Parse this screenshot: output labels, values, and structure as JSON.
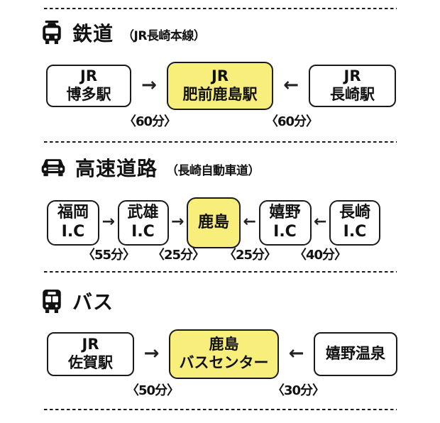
{
  "colors": {
    "highlight": "#F7EE7B",
    "line": "#1A1A1A",
    "text": "#111111",
    "background": "#FFFFFF"
  },
  "sections": [
    {
      "id": "rail",
      "icon": "train-icon",
      "title": "鉄道",
      "subtitle": "（JR長崎本線）",
      "stops": [
        {
          "line1": "JR",
          "line2": "博多駅",
          "highlight": false
        },
        {
          "line1": "JR",
          "line2": "肥前鹿島駅",
          "highlight": true
        },
        {
          "line1": "JR",
          "line2": "長崎駅",
          "highlight": false
        }
      ],
      "arrows": [
        "→",
        "←"
      ],
      "durations": [
        "〈60分〉",
        "〈60分〉"
      ]
    },
    {
      "id": "highway",
      "icon": "car-icon",
      "title": "高速道路",
      "subtitle": "（長崎自動車道）",
      "stops": [
        {
          "line1": "福岡",
          "line2": "I.C",
          "highlight": false
        },
        {
          "line1": "武雄",
          "line2": "I.C",
          "highlight": false
        },
        {
          "line1": "鹿島",
          "highlight": true
        },
        {
          "line1": "嬉野",
          "line2": "I.C",
          "highlight": false
        },
        {
          "line1": "長崎",
          "line2": "I.C",
          "highlight": false
        }
      ],
      "arrows": [
        "→",
        "→",
        "←",
        "←"
      ],
      "durations": [
        "〈55分〉",
        "〈25分〉",
        "〈25分〉",
        "〈40分〉"
      ]
    },
    {
      "id": "bus",
      "icon": "bus-icon",
      "title": "バス",
      "subtitle": "",
      "stops": [
        {
          "line1": "JR",
          "line2": "佐賀駅",
          "highlight": false
        },
        {
          "line1": "鹿島",
          "line2": "バスセンター",
          "highlight": true
        },
        {
          "line1": "嬉野温泉",
          "highlight": false
        }
      ],
      "arrows": [
        "→",
        "←"
      ],
      "durations": [
        "〈50分〉",
        "〈30分〉"
      ]
    }
  ]
}
